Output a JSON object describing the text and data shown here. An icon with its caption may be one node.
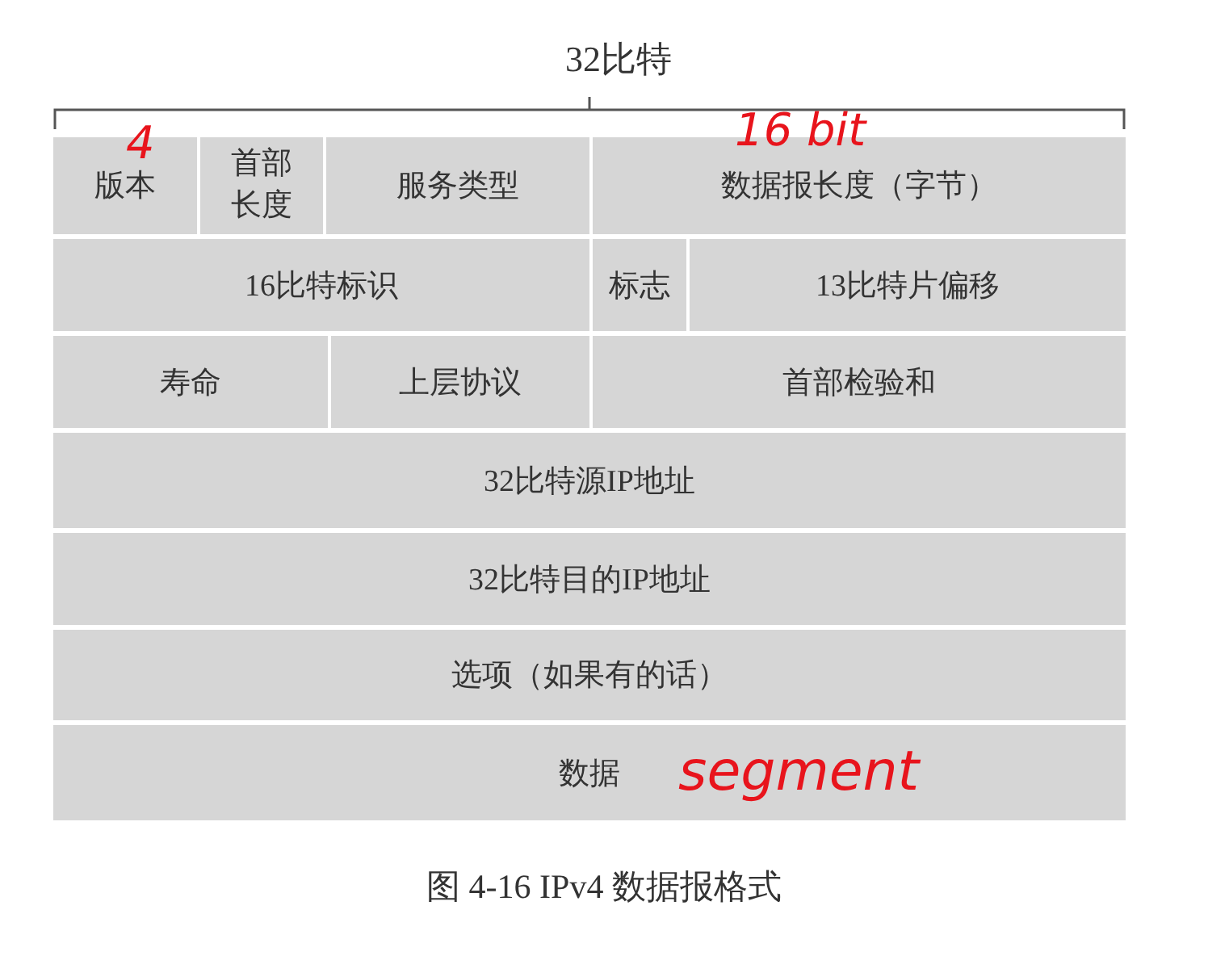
{
  "diagram": {
    "caption": "图 4-16 IPv4 数据报格式",
    "nodes": [
      {
        "text": [
          "版本"
        ]
      },
      {
        "text": [
          "首部长度"
        ]
      },
      {
        "text": [
          "服务类型"
        ]
      },
      {
        "text": [
          "数据报长度（字节）"
        ]
      },
      {
        "text": [
          "16比特标识"
        ]
      },
      {
        "text": [
          "标志"
        ]
      },
      {
        "text": [
          "13比特片偏移"
        ]
      },
      {
        "text": [
          "寿命"
        ]
      },
      {
        "text": [
          "上层协议"
        ]
      },
      {
        "text": [
          "首部检验和"
        ]
      },
      {
        "text": [
          "32比特源IP地址"
        ]
      },
      {
        "text": [
          "32比特目的IP地址"
        ]
      },
      {
        "text": [
          "选项（如果有的话）"
        ]
      },
      {
        "text": [
          "数据"
        ]
      }
    ],
    "labels": [
      "32比特",
      "4",
      "16 bit",
      "segment"
    ]
  }
}
